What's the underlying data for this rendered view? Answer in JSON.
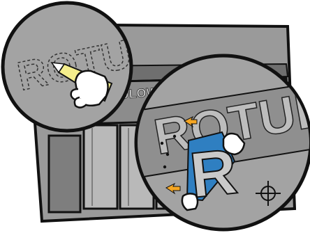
{
  "illustration": {
    "sign_text_small": "ULOW",
    "sign_text_large": "ROTULO",
    "held_letter": "R",
    "template_letters": "ROTU",
    "colors": {
      "wall": "#9a9a9a",
      "wall_dark": "#6f6f6f",
      "sign_band": "#8c8c8c",
      "outline": "#111111",
      "letter_blue": "#2f7fc1",
      "letter_face": "#c9c9c9",
      "tool_yellow": "#f4ee8c",
      "arrow_orange": "#f5a623",
      "glove": "#ffffff"
    },
    "icons": [
      "crosshair-icon",
      "glove-icon",
      "arrow-icon",
      "pencil-icon"
    ]
  }
}
